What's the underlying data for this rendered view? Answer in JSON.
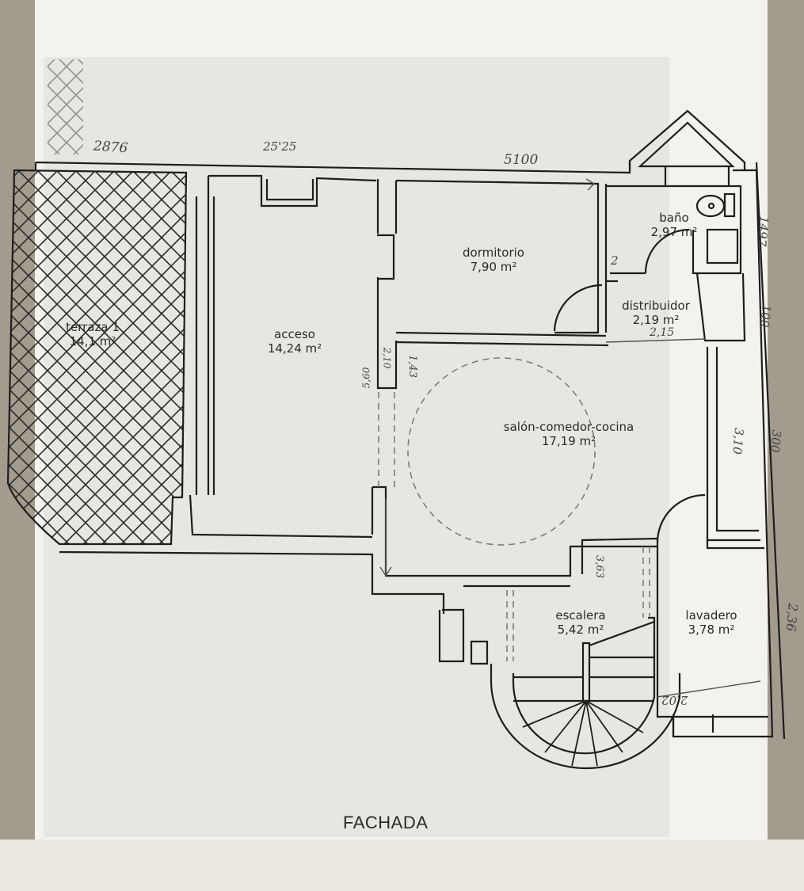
{
  "document": {
    "type": "floor-plan",
    "facade_label": "FACHADA",
    "rooms": [
      {
        "name": "terraza 1",
        "area": "14,1 m²"
      },
      {
        "name": "acceso",
        "area": "14,24 m²"
      },
      {
        "name": "dormitorio",
        "area": "7,90 m²"
      },
      {
        "name": "baño",
        "area": "2,97 m²"
      },
      {
        "name": "distribuidor",
        "area": "2,19 m²"
      },
      {
        "name": "salón-comedor-cocina",
        "area": "17,19 m²"
      },
      {
        "name": "escalera",
        "area": "5,42 m²"
      },
      {
        "name": "lavadero",
        "area": "3,78 m²"
      }
    ],
    "handwritten_dimensions": [
      {
        "text": "2876",
        "location": "top-left wall"
      },
      {
        "text": "25'25",
        "location": "top wall above acceso"
      },
      {
        "text": "5100",
        "location": "top wall above dormitorio"
      },
      {
        "text": "1497",
        "location": "right wall beside baño"
      },
      {
        "text": "100",
        "location": "right wall beside distribuidor"
      },
      {
        "text": "2,15",
        "location": "below distribuidor"
      },
      {
        "text": "2",
        "location": "inside baño corner"
      },
      {
        "text": "3,10",
        "location": "right corridor"
      },
      {
        "text": "300",
        "location": "right outer wall"
      },
      {
        "text": "2,36",
        "location": "right wall beside lavadero"
      },
      {
        "text": "2,02",
        "location": "bottom of lavadero"
      },
      {
        "text": "3,63",
        "location": "left of escalera opening"
      },
      {
        "text": "5,60",
        "location": "left of central wall"
      },
      {
        "text": "2,10",
        "location": "central wall pillar"
      },
      {
        "text": "1,43",
        "location": "right of central wall"
      }
    ]
  },
  "colors": {
    "background_table": "#a39c8e",
    "paper": "#f4f2ec",
    "print_area": "#e7e6e0",
    "wall_line": "#1e1e1e",
    "pencil": "#555555"
  }
}
